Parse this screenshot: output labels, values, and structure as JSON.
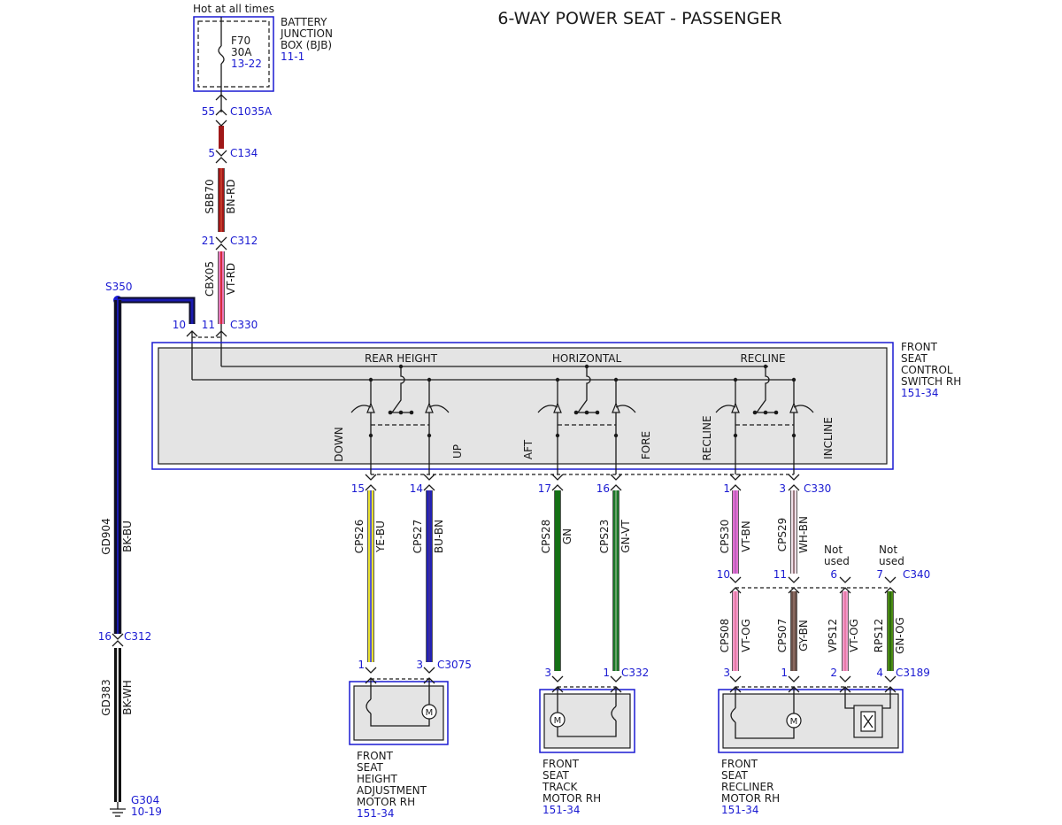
{
  "title": "6-WAY POWER SEAT - PASSENGER",
  "hot_label": "Hot at all times",
  "colors": {
    "BN-RD": [
      "#a01818",
      "#c43a2a"
    ],
    "VT-RD": [
      "#e878b8",
      "#d52a3a"
    ],
    "BK-BU": [
      "#0c0c2a",
      "#1b1bb0"
    ],
    "BK-WH": [
      "#111111",
      "#d8d8d8"
    ],
    "YE-BU": [
      "#e8e030",
      "#5a5ad0"
    ],
    "BU-BN": [
      "#2222b4",
      "#3a2aa0"
    ],
    "GN": [
      "#157015",
      "#157015"
    ],
    "GN-VT": [
      "#1c7a2a",
      "#6aa06a"
    ],
    "VT-BN": [
      "#e070d0",
      "#c060c0"
    ],
    "WH-BN": [
      "#efe0e8",
      "#9a7a80"
    ],
    "VT-OG": [
      "#f09ac8",
      "#e87aa8"
    ],
    "GY-BN": [
      "#6a5048",
      "#8a6a60"
    ],
    "GN-OG": [
      "#4a8a14",
      "#2a6a0a"
    ],
    "blue": "#1a1ad2"
  },
  "bjb": {
    "fuse_name": "F70",
    "fuse_rating": "30A",
    "fuse_ref": "13-22",
    "label_lines": [
      "BATTERY",
      "JUNCTION",
      "BOX (BJB)"
    ],
    "ref": "11-1"
  },
  "supply_connectors": [
    {
      "pin": "55",
      "name": "C1035A"
    },
    {
      "pin": "5",
      "name": "C134"
    },
    {
      "pin": "21",
      "name": "C312"
    }
  ],
  "supply_wires": [
    {
      "circuit": "SBB70",
      "color": "BN-RD"
    },
    {
      "circuit": "CBX05",
      "color": "VT-RD"
    }
  ],
  "splice": {
    "name": "S350"
  },
  "switch_pins": {
    "pin_a": "10",
    "pin_b": "11",
    "connector": "C330"
  },
  "switch": {
    "label_lines": [
      "FRONT",
      "SEAT",
      "CONTROL",
      "SWITCH RH"
    ],
    "ref": "151-34",
    "sections": [
      "REAR HEIGHT",
      "HORIZONTAL",
      "RECLINE"
    ],
    "positions": [
      "DOWN",
      "UP",
      "AFT",
      "FORE",
      "RECLINE",
      "INCLINE"
    ]
  },
  "ground_path": {
    "wire1": {
      "circuit": "GD904",
      "color": "BK-BU"
    },
    "connector": {
      "pin": "16",
      "name": "C312"
    },
    "wire2": {
      "circuit": "GD383",
      "color": "BK-WH"
    },
    "ground": {
      "name": "G304",
      "ref": "10-19"
    }
  },
  "switch_output_pins": [
    {
      "pin": "15"
    },
    {
      "pin": "14"
    },
    {
      "pin": "17"
    },
    {
      "pin": "16"
    },
    {
      "pin": "1"
    },
    {
      "pin": "3",
      "connector": "C330"
    }
  ],
  "output_wires": [
    {
      "circuit": "CPS26",
      "color": "YE-BU"
    },
    {
      "circuit": "CPS27",
      "color": "BU-BN"
    },
    {
      "circuit": "CPS28",
      "color": "GN"
    },
    {
      "circuit": "CPS23",
      "color": "GN-VT"
    },
    {
      "circuit": "CPS30",
      "color": "VT-BN"
    },
    {
      "circuit": "CPS29",
      "color": "WH-BN"
    }
  ],
  "c340": {
    "connector": "C340",
    "pins": [
      "10",
      "11",
      "6",
      "7"
    ],
    "not_used_lines": [
      "Not",
      "used"
    ]
  },
  "recliner_wires": [
    {
      "circuit": "CPS08",
      "color": "VT-OG"
    },
    {
      "circuit": "CPS07",
      "color": "GY-BN"
    },
    {
      "circuit": "VPS12",
      "color": "VT-OG"
    },
    {
      "circuit": "RPS12",
      "color": "GN-OG"
    }
  ],
  "motors": [
    {
      "label_lines": [
        "FRONT",
        "SEAT",
        "HEIGHT",
        "ADJUSTMENT",
        "MOTOR RH"
      ],
      "ref": "151-34",
      "connector": "C3075",
      "pins": [
        "1",
        "3"
      ]
    },
    {
      "label_lines": [
        "FRONT",
        "SEAT",
        "TRACK",
        "MOTOR RH"
      ],
      "ref": "151-34",
      "connector": "C332",
      "pins": [
        "3",
        "1"
      ]
    },
    {
      "label_lines": [
        "FRONT",
        "SEAT",
        "RECLINER",
        "MOTOR RH"
      ],
      "ref": "151-34",
      "connector": "C3189",
      "pins": [
        "3",
        "1",
        "2",
        "4"
      ]
    }
  ]
}
